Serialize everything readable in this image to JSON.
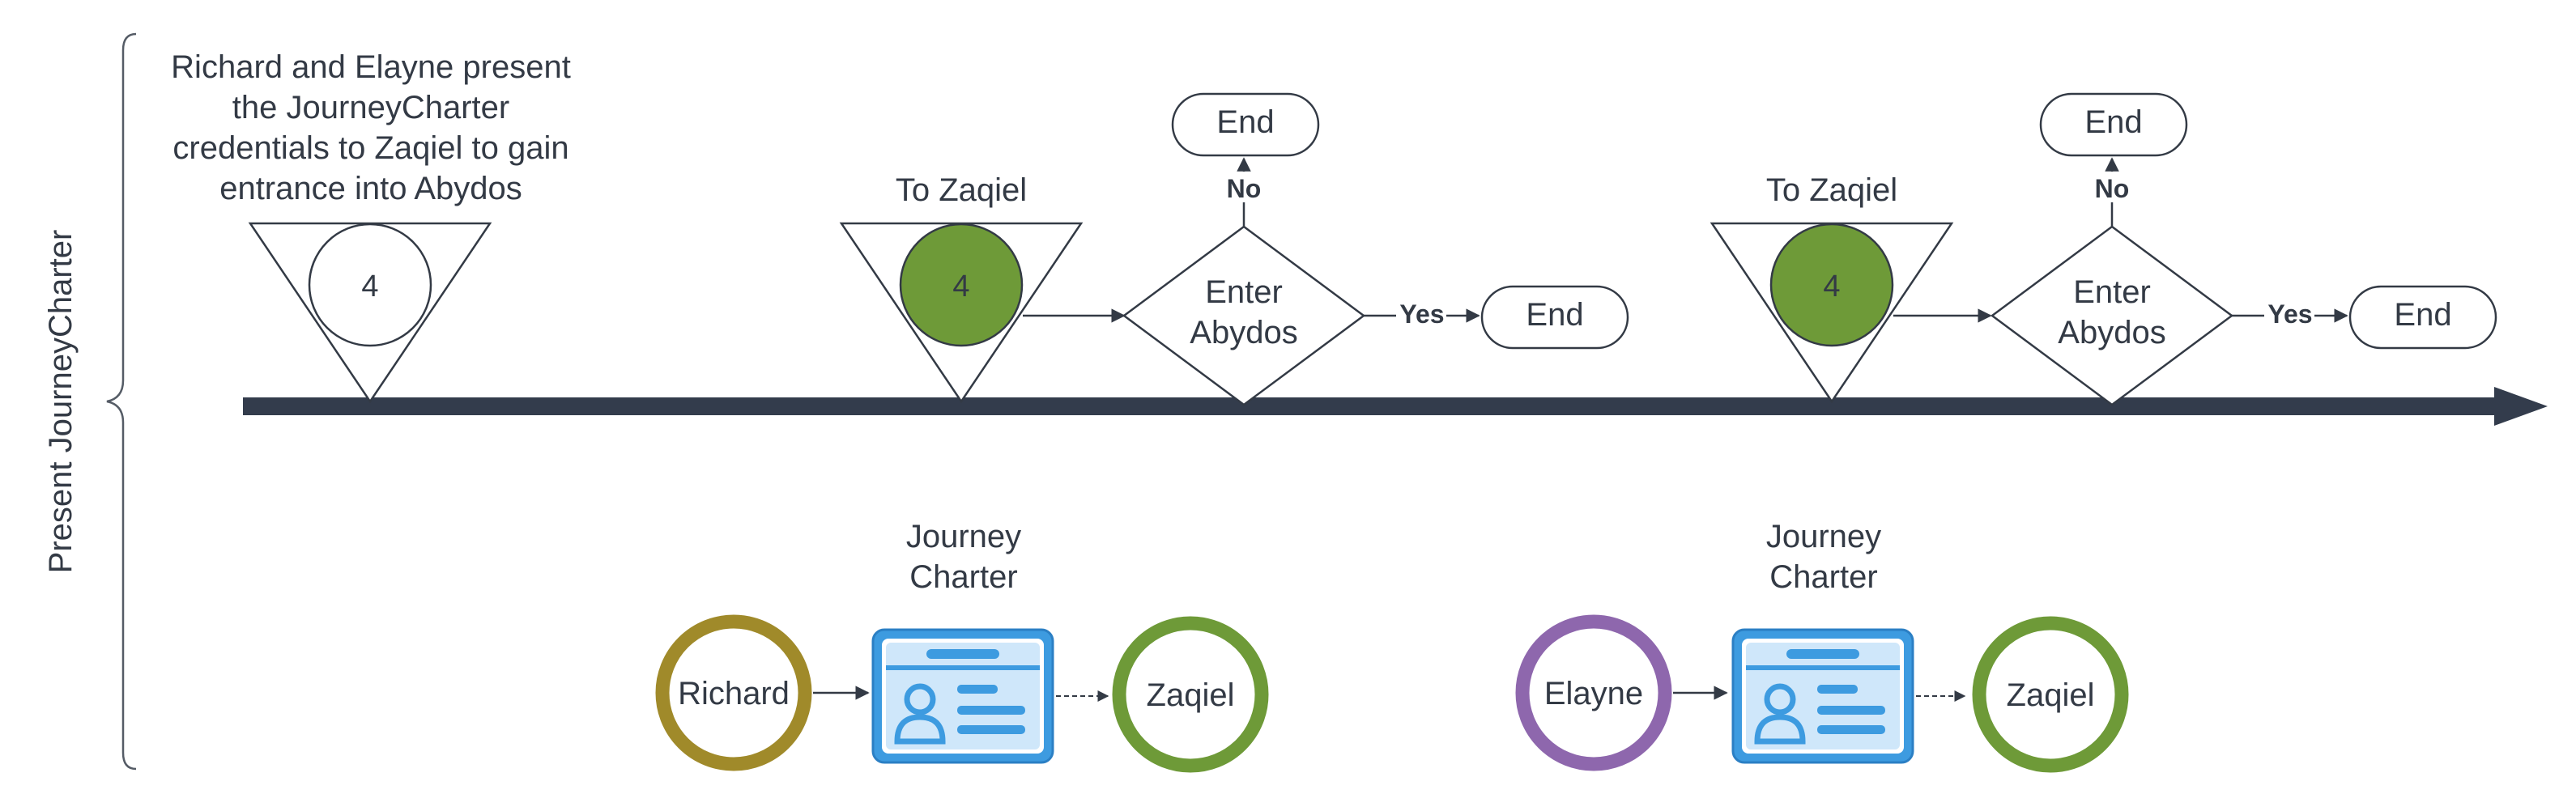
{
  "sidebar": {
    "label": "Present JourneyCharter"
  },
  "intro": {
    "lines": [
      "Richard and Elayne present",
      "the JourneyCharter",
      "credentials to Zaqiel to gain",
      "entrance into Abydos"
    ],
    "marker_number": "4"
  },
  "events": [
    {
      "title": "To Zaqiel",
      "marker_number": "4",
      "decision_lines": [
        "Enter",
        "Abydos"
      ],
      "no_label": "No",
      "yes_label": "Yes",
      "end_no": "End",
      "end_yes": "End"
    },
    {
      "title": "To Zaqiel",
      "marker_number": "4",
      "decision_lines": [
        "Enter",
        "Abydos"
      ],
      "no_label": "No",
      "yes_label": "Yes",
      "end_no": "End",
      "end_yes": "End"
    }
  ],
  "flows": [
    {
      "charter_lines": [
        "Journey",
        "Charter"
      ],
      "from": "Richard",
      "to": "Zaqiel",
      "from_color": "#a08a2a",
      "to_color": "#6e9a38"
    },
    {
      "charter_lines": [
        "Journey",
        "Charter"
      ],
      "from": "Elayne",
      "to": "Zaqiel",
      "from_color": "#8e67ad",
      "to_color": "#6e9a38"
    }
  ],
  "colors": {
    "timeline": "#333c4c",
    "marker_fill": "#6e9a38",
    "icon_blue": "#3d9be0",
    "icon_light": "#5fb4f0",
    "line": "#333a45"
  },
  "icons": {
    "charter": "id-card-icon"
  }
}
